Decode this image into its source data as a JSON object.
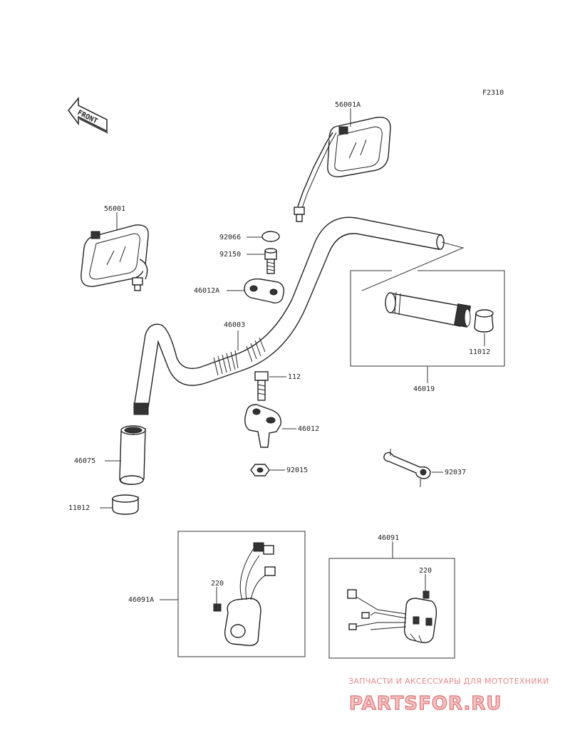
{
  "figure_code": "F2310",
  "front_label": "FRONT",
  "labels": {
    "mirror_right": "56001A",
    "mirror_left": "56001",
    "cap_92066": "92066",
    "bolt_92150": "92150",
    "holder_upper": "46012A",
    "handlebar": "46003",
    "bolt_112": "112",
    "holder_lower": "46012",
    "nut_92015": "92015",
    "grip_left": "46075",
    "end_cap_left": "11012",
    "end_cap_right": "11012",
    "throttle_grip": "46019",
    "bracket_92037": "92037",
    "switch_right": "46091",
    "screw_right": "220",
    "switch_left": "46091A",
    "screw_left": "220"
  },
  "watermark": {
    "tagline": "ЗАПЧАСТИ И АКСЕССУАРЫ ДЛЯ МОТОТЕХНИКИ",
    "brand": "PARTSFOR.RU"
  }
}
